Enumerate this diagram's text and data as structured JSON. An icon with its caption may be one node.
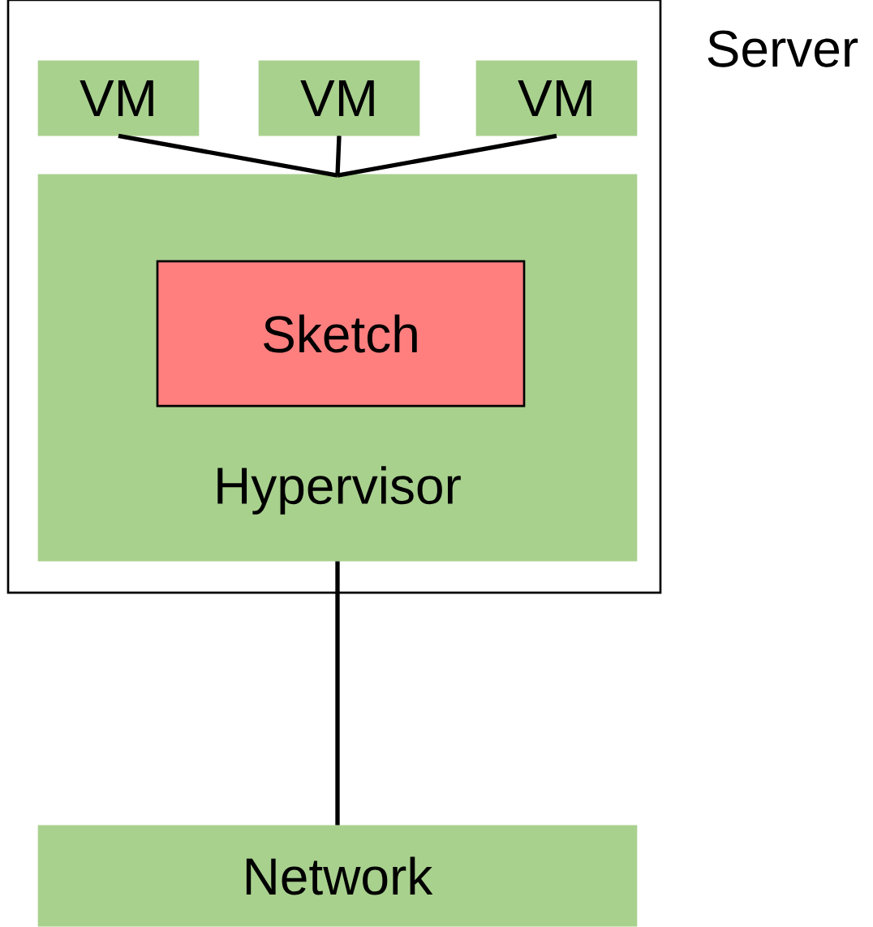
{
  "diagram": {
    "nodes": [
      {
        "text": [
          "Server"
        ]
      },
      {
        "text": [
          "VM"
        ],
        "in": 0
      },
      {
        "text": [
          "VM"
        ],
        "in": 0
      },
      {
        "text": [
          "VM"
        ],
        "in": 0
      },
      {
        "text": [
          "Hypervisor"
        ],
        "in": 0
      },
      {
        "text": [
          "Sketch"
        ],
        "in": 4
      },
      {
        "text": [
          "Network"
        ]
      }
    ],
    "edges": [
      {
        "from": 1,
        "to": 4,
        "arrow": "none"
      },
      {
        "from": 2,
        "to": 4,
        "arrow": "none"
      },
      {
        "from": 3,
        "to": 4,
        "arrow": "none"
      },
      {
        "from": 4,
        "to": 6,
        "arrow": "none"
      }
    ]
  }
}
